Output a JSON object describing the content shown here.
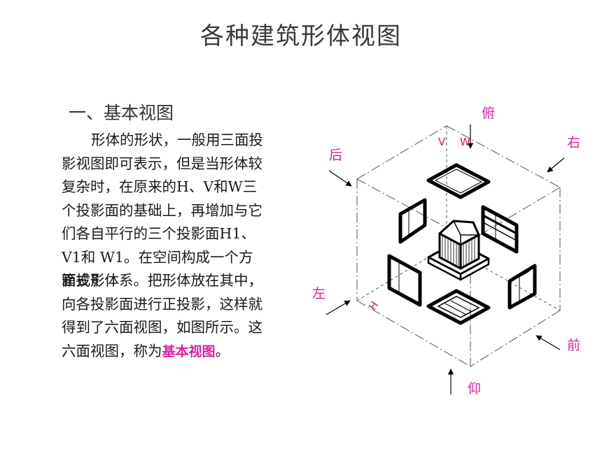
{
  "slide": {
    "title": "各种建筑形体视图",
    "section_heading": "一、基本视图",
    "paragraph": {
      "line1": "形体的形状，一般用三面投",
      "line2": "影视图即可表示，但是当形体较",
      "line3": "复杂时，在原来的H、V和W三",
      "line4": "个投影面的基础上，再增加与它",
      "line5": "们各自平行的三个投影面H1、",
      "line6": "V1和 W1。在空间构成一个方",
      "line7_a": "面投影体系。把形体放在其中，",
      "line7_b": "箱式形体",
      "line8": "向各投影面进行正投影，这样就",
      "line9": "得到了六面视图，如图所示。这",
      "line10_prefix": "六面视图，称为",
      "line10_highlight": "基本视图",
      "line10_suffix": "。"
    }
  },
  "figure": {
    "direction_labels": {
      "top": "俯",
      "back": "后",
      "right": "右",
      "left": "左",
      "front": "前",
      "bottom": "仰"
    },
    "plane_labels": {
      "v": "V",
      "w": "W",
      "h": "H"
    },
    "colors": {
      "label": "#e020a0",
      "plane_label": "#d02040",
      "line": "#000000"
    }
  }
}
